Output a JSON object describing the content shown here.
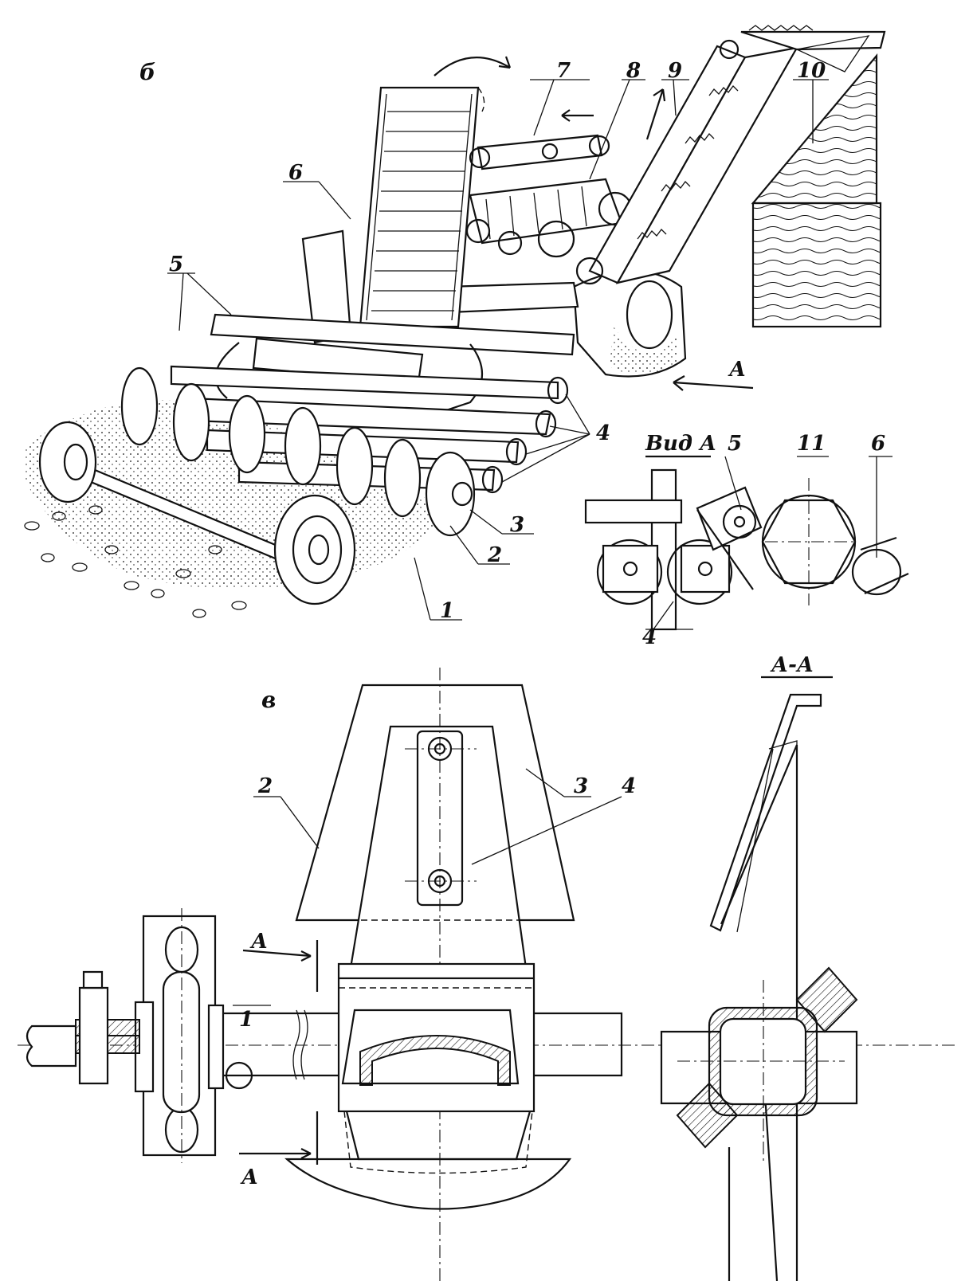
{
  "figure": {
    "panel_b": {
      "label": "б",
      "callouts": [
        "1",
        "2",
        "3",
        "4",
        "5",
        "6",
        "7",
        "8",
        "9",
        "10"
      ],
      "direction_label": "А",
      "view_title": "Вид А",
      "view_callouts": [
        "5",
        "11",
        "6",
        "4"
      ]
    },
    "panel_v": {
      "label": "в",
      "callouts": [
        "1",
        "2",
        "3",
        "4"
      ],
      "cut_labels": [
        "А",
        "А"
      ],
      "section_title": "А-А"
    }
  }
}
